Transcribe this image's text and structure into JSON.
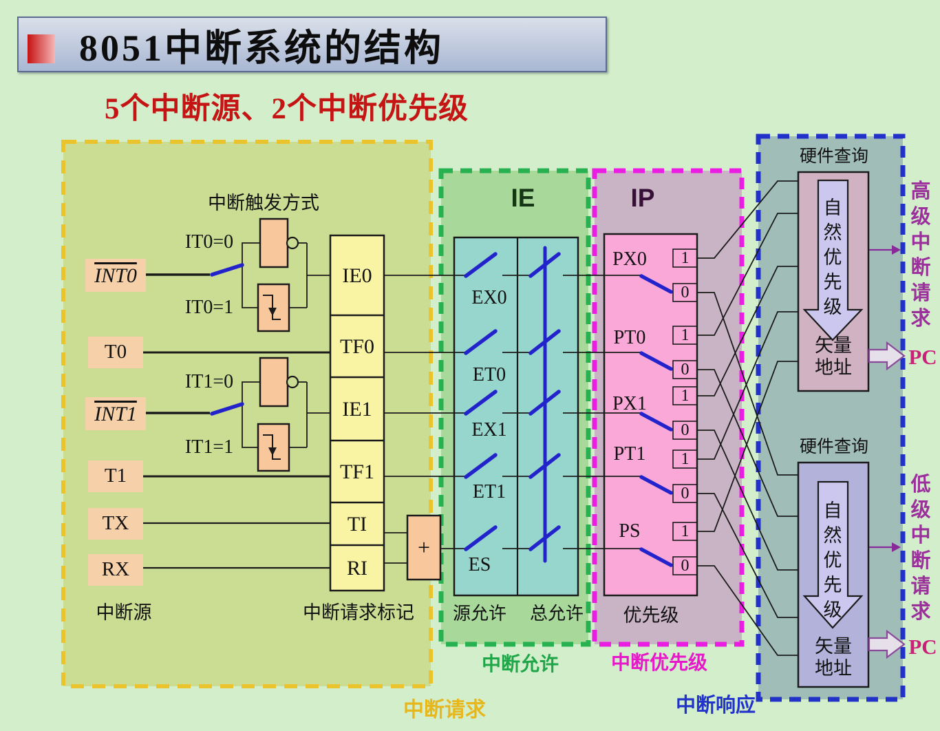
{
  "slide": {
    "title": "8051中断系统的结构",
    "subtitle": "5个中断源、2个中断优先级"
  },
  "request_region": {
    "label": "中断请求",
    "trigger_mode_label": "中断触发方式",
    "sources_label": "中断源",
    "flags_label": "中断请求标记",
    "source_int0": "INT0",
    "source_t0": "T0",
    "source_int1": "INT1",
    "source_t1": "T1",
    "source_tx": "TX",
    "source_rx": "RX",
    "trigger_it0_level": "IT0=0",
    "trigger_it0_edge": "IT0=1",
    "trigger_it1_level": "IT1=0",
    "trigger_it1_edge": "IT1=1",
    "flags": [
      "IE0",
      "TF0",
      "IE1",
      "TF1",
      "TI",
      "RI"
    ],
    "or_gate_label": "+"
  },
  "enable_region": {
    "title": "IE",
    "label": "中断允许",
    "source_enable_label": "源允许",
    "global_enable_label": "总允许",
    "switches": [
      "EX0",
      "ET0",
      "EX1",
      "ET1",
      "ES"
    ]
  },
  "priority_region": {
    "title": "IP",
    "label": "中断优先级",
    "priority_label": "优先级",
    "switches": [
      "PX0",
      "PT0",
      "PX1",
      "PT1",
      "PS"
    ],
    "contact_high": "1",
    "contact_low": "0"
  },
  "response_region": {
    "label": "中断响应",
    "high_block": {
      "title": "硬件查询",
      "arrow_label": "自然优先级",
      "vector_label": "矢量地址",
      "side_label": "高级中断请求",
      "pc_label": "PC"
    },
    "low_block": {
      "title": "硬件查询",
      "arrow_label": "自然优先级",
      "vector_label": "矢量地址",
      "side_label": "低级中断请求",
      "pc_label": "PC"
    }
  },
  "colors": {
    "page_bg": "#d2eeca",
    "request_fill": "#cbdd93",
    "request_dash": "#eac32d",
    "enable_fill": "#a8d89a",
    "enable_dash": "#27b150",
    "teal_fill": "#96d6cc",
    "priority_fill": "#c9b4c6",
    "priority_dash": "#ea1ee2",
    "pink_fill": "#f9a8d8",
    "response_fill": "#a0bdb8",
    "response_dash": "#2231c8",
    "register_fill": "#f9f3a4",
    "source_fill": "#f5d0a9",
    "gate_fill": "#f8c89c",
    "high_block_fill": "#d0b2c2",
    "low_block_fill": "#b2b2da",
    "arrow_fill": "#cbc7ee",
    "switch_blue": "#2323cc",
    "side_text_purple": "#9b2f9b",
    "pc_color": "#cc1f7a"
  }
}
